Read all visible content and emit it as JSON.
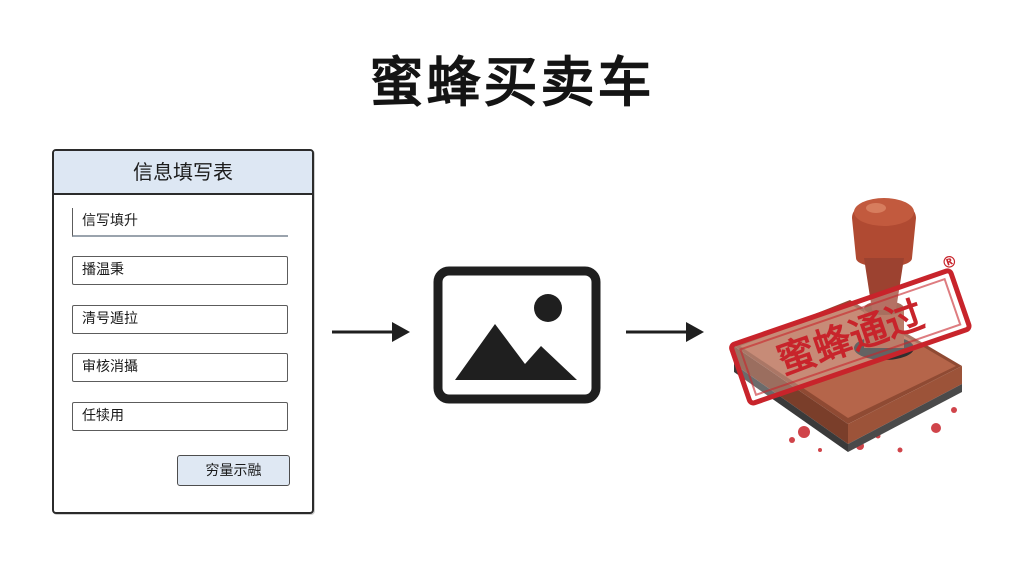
{
  "title": "蜜蜂买卖车",
  "form": {
    "header": "信息填写表",
    "fields": [
      "信写填升",
      "播温秉",
      "清号遁拉",
      "审核消攝",
      "任犊用"
    ],
    "submit_label": "穷量示融"
  },
  "icons": {
    "arrow_1": "right-arrow-icon",
    "image": "image-placeholder-icon",
    "arrow_2": "right-arrow-icon",
    "stamp": "stamp-icon"
  },
  "stamp": {
    "text": "蜜蜂通过",
    "mark": "®",
    "color": "#c8242b"
  },
  "colors": {
    "form_header_bg": "#dde7f3",
    "stamp_red": "#c8242b",
    "stamp_wood": "#a95a3f",
    "icon_dark": "#1f1f1f"
  }
}
